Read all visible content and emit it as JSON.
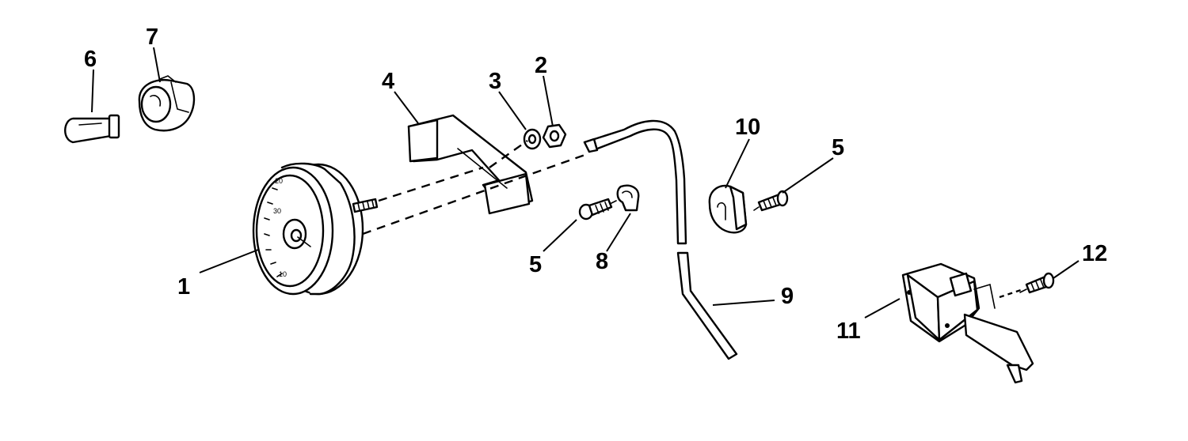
{
  "diagram": {
    "background": "#ffffff",
    "ink_color": "#000000",
    "callouts": [
      {
        "id": "1",
        "label": "1"
      },
      {
        "id": "2",
        "label": "2"
      },
      {
        "id": "3",
        "label": "3"
      },
      {
        "id": "4",
        "label": "4"
      },
      {
        "id": "5a",
        "label": "5"
      },
      {
        "id": "5b",
        "label": "5"
      },
      {
        "id": "6",
        "label": "6"
      },
      {
        "id": "7",
        "label": "7"
      },
      {
        "id": "8",
        "label": "8"
      },
      {
        "id": "9",
        "label": "9"
      },
      {
        "id": "10",
        "label": "10"
      },
      {
        "id": "11",
        "label": "11"
      },
      {
        "id": "12",
        "label": "12"
      }
    ],
    "gauge_dial_marks": [
      "20",
      "30",
      "10"
    ]
  }
}
